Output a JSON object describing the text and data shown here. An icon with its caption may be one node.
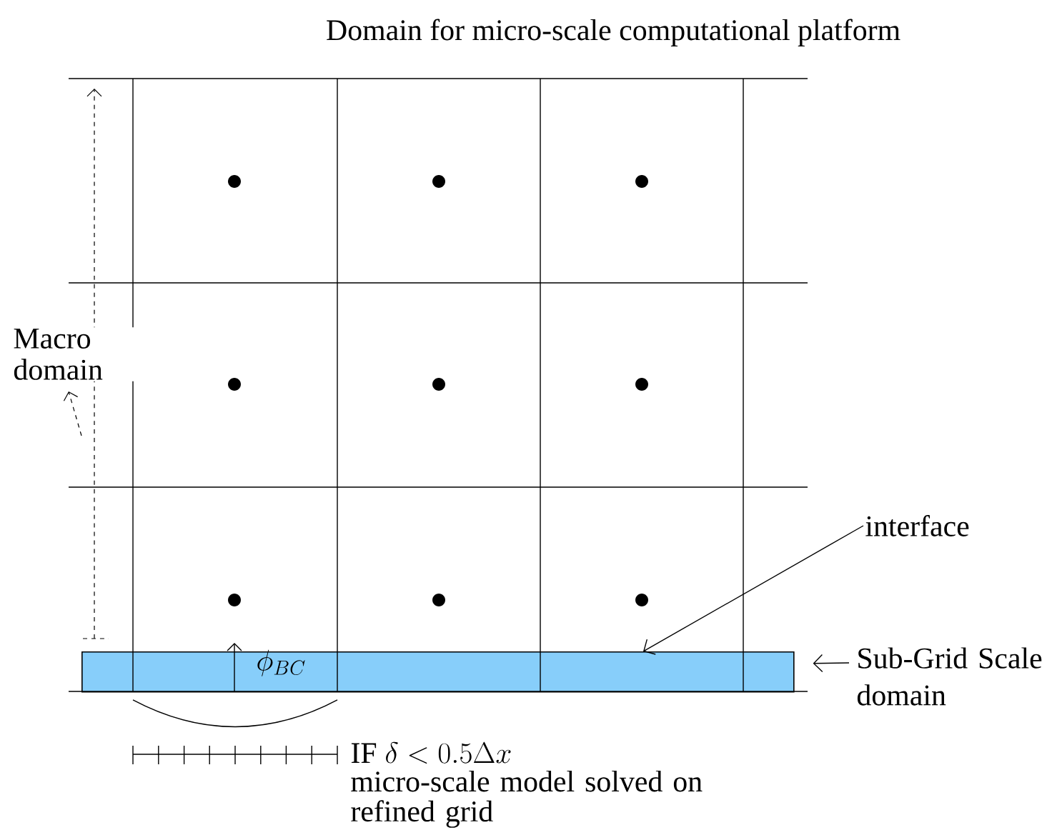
{
  "diagram": {
    "title": "Domain for micro-scale computational platform",
    "nodes": [
      {
        "text": [
          "interface"
        ]
      },
      {
        "text": [],
        "shape": "bar"
      },
      {
        "text": [
          "Sub-Grid Scale domain"
        ]
      }
    ],
    "edges": [
      {
        "from": 0,
        "to": 1,
        "arrow": "to"
      },
      {
        "from": 2,
        "to": 1,
        "arrow": "to"
      }
    ],
    "labels": [
      "Macro domain",
      "\\phi_{BC}",
      "IF",
      "\\delta < 0.5\\Delta x",
      "micro-scale model solved on refined grid"
    ]
  }
}
